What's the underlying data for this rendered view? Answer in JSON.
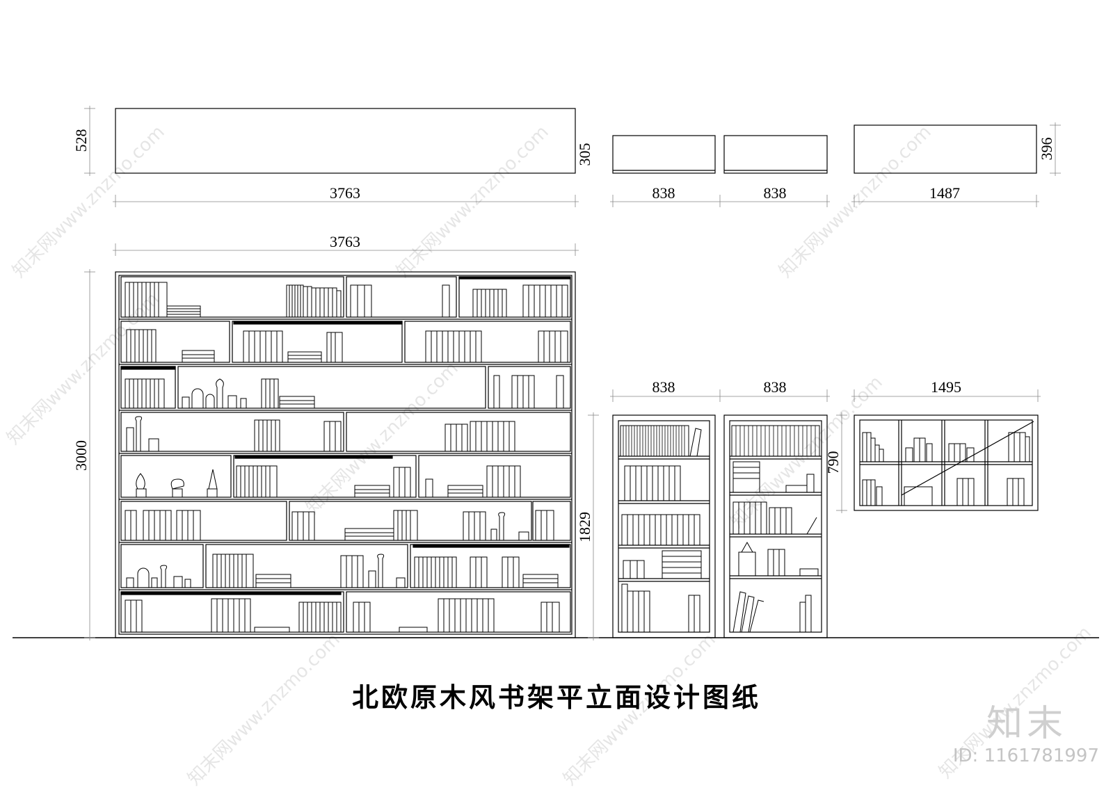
{
  "title": "北欧原木风书架平立面设计图纸",
  "plan": {
    "dims": {
      "main_width": "3763",
      "main_depth": "528",
      "small_depth": "305",
      "small_a_width": "838",
      "small_b_width": "838",
      "wall_width": "1487",
      "wall_depth": "396"
    }
  },
  "elevation": {
    "dims": {
      "main_width": "3763",
      "main_height": "3000",
      "small_a_width": "838",
      "small_b_width": "838",
      "small_height": "1829",
      "wall_width": "1495",
      "wall_height": "790"
    }
  },
  "watermark": {
    "text": "知末网www.znzmo.com",
    "logo": "知末",
    "id": "ID: 1161781997"
  }
}
